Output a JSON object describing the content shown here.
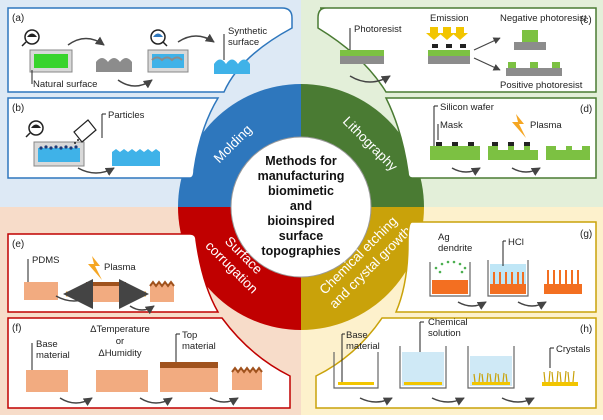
{
  "center": {
    "lines": [
      "Methods for",
      "manufacturing",
      "biomimetic",
      "and",
      "bioinspired",
      "surface",
      "topographies"
    ]
  },
  "sectors": {
    "molding": "Molding",
    "lithography": "Lithography",
    "corrugation": [
      "Surface",
      "corrugation"
    ],
    "chemical": [
      "Chemical etching",
      "and crystal growth"
    ]
  },
  "panels": {
    "a": {
      "tag": "(a)",
      "natural": "Natural surface",
      "synthetic": [
        "Synthetic",
        "surface"
      ]
    },
    "b": {
      "tag": "(b)",
      "particles": "Particles"
    },
    "c": {
      "tag": "(c)",
      "photoresist": "Photoresist",
      "emission": "Emission",
      "negative": "Negative photoresist",
      "positive": "Positive photoresist"
    },
    "d": {
      "tag": "(d)",
      "wafer": "Silicon wafer",
      "mask": "Mask",
      "plasma": "Plasma"
    },
    "e": {
      "tag": "(e)",
      "pdms": "PDMS",
      "plasma": "Plasma"
    },
    "f": {
      "tag": "(f)",
      "base": [
        "Base",
        "material"
      ],
      "delta": [
        "ΔTemperature",
        "or",
        "ΔHumidity"
      ],
      "top": [
        "Top",
        "material"
      ]
    },
    "g": {
      "tag": "(g)",
      "ag": [
        "Ag",
        "dendrite"
      ],
      "hcl": "HCl"
    },
    "h": {
      "tag": "(h)",
      "base": [
        "Base",
        "material"
      ],
      "chemical": [
        "Chemical",
        "solution"
      ],
      "crystals": "Crystals"
    }
  },
  "colors": {
    "molding_bg": "#dde9f5",
    "molding": "#2e77bd",
    "litho_bg": "#e3efd9",
    "litho": "#4a7b33",
    "corr_bg": "#f7dcc9",
    "corr": "#c00000",
    "chem_bg": "#fdf1cc",
    "chem": "#c9a20a",
    "green": "#7cc142",
    "blue": "#3fb2e8",
    "gray": "#8c8c8c",
    "skin": "#f2ab80",
    "orange": "#f36f21",
    "yellow": "#f2c500"
  }
}
